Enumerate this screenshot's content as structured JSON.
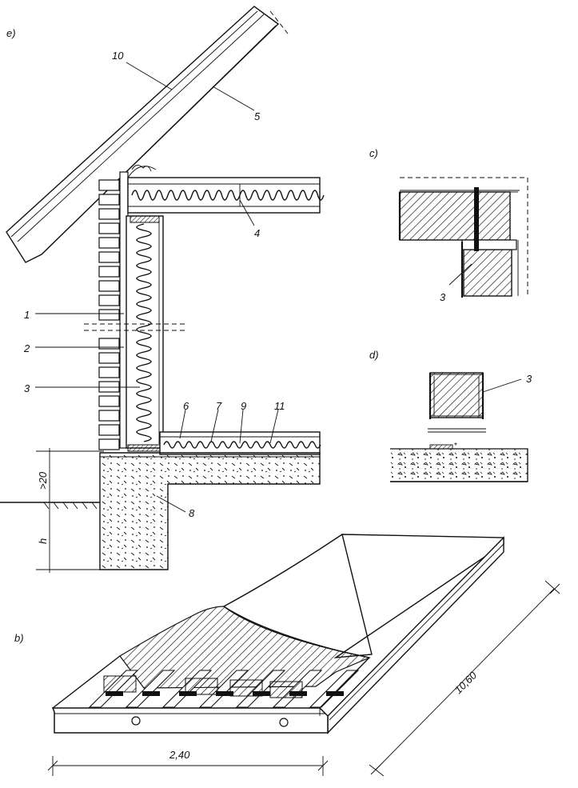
{
  "figure": {
    "panel_labels": {
      "e": "e)",
      "c": "c)",
      "d": "d)",
      "b": "b)"
    },
    "callouts": {
      "n1": "1",
      "n2": "2",
      "n3": "3",
      "n4": "4",
      "n5": "5",
      "n6": "6",
      "n7": "7",
      "n8": "8",
      "n9": "9",
      "n10": "10",
      "n11": "11",
      "c3": "3",
      "d3": "3"
    },
    "dimensions": {
      "height_min": ">20",
      "height_h": "h",
      "width": "2,40",
      "length": "10,60"
    }
  }
}
